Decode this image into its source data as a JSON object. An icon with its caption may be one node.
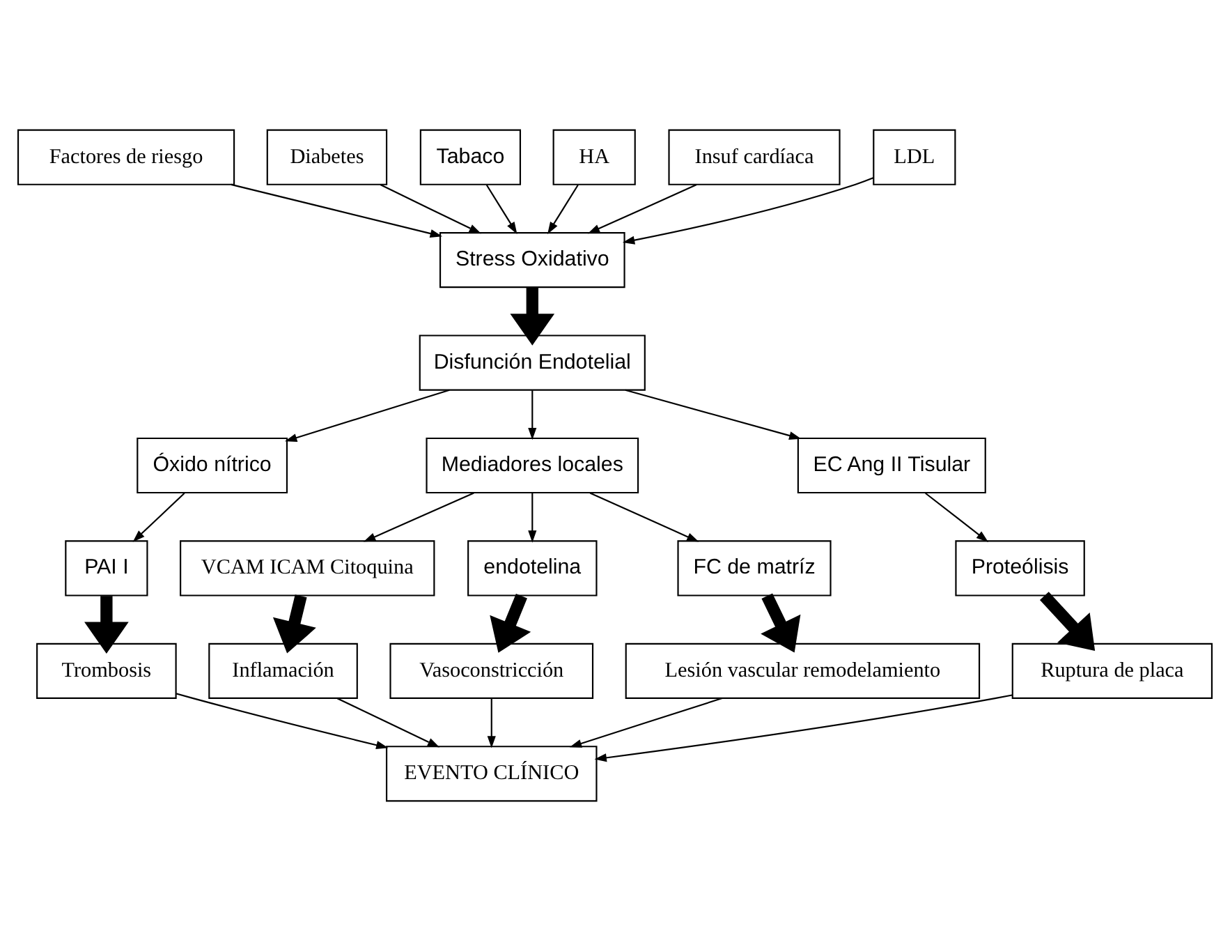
{
  "diagram": {
    "nodes": [
      {
        "text": [
          "Factores de riesgo"
        ]
      },
      {
        "text": [
          "Diabetes"
        ]
      },
      {
        "text": [
          "Tabaco"
        ]
      },
      {
        "text": [
          "HA"
        ]
      },
      {
        "text": [
          "Insuf cardíaca"
        ]
      },
      {
        "text": [
          "LDL"
        ]
      },
      {
        "text": [
          "Stress Oxidativo"
        ]
      },
      {
        "text": [
          "Disfunción Endotelial"
        ]
      },
      {
        "text": [
          "Óxido nítrico"
        ]
      },
      {
        "text": [
          "Mediadores locales"
        ]
      },
      {
        "text": [
          "EC Ang II Tisular"
        ]
      },
      {
        "text": [
          "PAI I"
        ]
      },
      {
        "text": [
          "VCAM ICAM Citoquina"
        ]
      },
      {
        "text": [
          "endotelina"
        ]
      },
      {
        "text": [
          "FC de matríz"
        ]
      },
      {
        "text": [
          "Proteólisis"
        ]
      },
      {
        "text": [
          "Trombosis"
        ]
      },
      {
        "text": [
          "Inflamación"
        ]
      },
      {
        "text": [
          "Vasoconstricción"
        ]
      },
      {
        "text": [
          "Lesión vascular remodelamiento"
        ]
      },
      {
        "text": [
          "Ruptura de placa"
        ]
      },
      {
        "text": [
          "EVENTO CLÍNICO"
        ]
      }
    ],
    "edges": [
      {
        "from": 3,
        "to": 6,
        "arrow": "to"
      },
      {
        "from": 0,
        "to": 6,
        "arrow": "to"
      },
      {
        "from": 1,
        "to": 6,
        "arrow": "to"
      },
      {
        "from": 2,
        "to": 6,
        "arrow": "to"
      },
      {
        "from": 5,
        "to": 6,
        "arrow": "to"
      },
      {
        "from": 4,
        "to": 6,
        "arrow": "to"
      },
      {
        "from": 6,
        "to": 7,
        "arrow": "to",
        "style": "thick"
      },
      {
        "from": 7,
        "to": 8,
        "arrow": "to"
      },
      {
        "from": 7,
        "to": 9,
        "arrow": "to"
      },
      {
        "from": 7,
        "to": 10,
        "arrow": "to"
      },
      {
        "from": 8,
        "to": 11,
        "arrow": "to"
      },
      {
        "from": 9,
        "to": 12,
        "arrow": "to"
      },
      {
        "from": 9,
        "to": 13,
        "arrow": "to"
      },
      {
        "from": 9,
        "to": 14,
        "arrow": "to"
      },
      {
        "from": 10,
        "to": 15,
        "arrow": "to"
      },
      {
        "from": 11,
        "to": 16,
        "arrow": "to",
        "style": "thick"
      },
      {
        "from": 12,
        "to": 17,
        "arrow": "to",
        "style": "thick"
      },
      {
        "from": 13,
        "to": 18,
        "arrow": "to",
        "style": "thick"
      },
      {
        "from": 14,
        "to": 19,
        "arrow": "to",
        "style": "thick"
      },
      {
        "from": 15,
        "to": 20,
        "arrow": "to",
        "style": "thick"
      },
      {
        "from": 16,
        "to": 21,
        "arrow": "to"
      },
      {
        "from": 17,
        "to": 21,
        "arrow": "to"
      },
      {
        "from": 18,
        "to": 21,
        "arrow": "to"
      },
      {
        "from": 19,
        "to": 21,
        "arrow": "to"
      },
      {
        "from": 20,
        "to": 21,
        "arrow": "to"
      }
    ]
  }
}
